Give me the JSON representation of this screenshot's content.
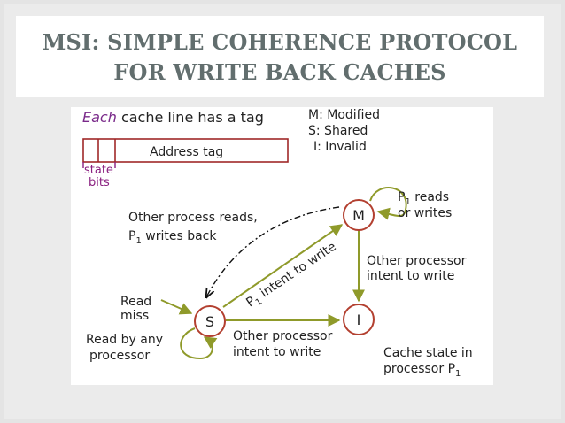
{
  "slide": {
    "title_line1": "MSI: SIMPLE COHERENCE PROTOCOL",
    "title_line2": "FOR WRITE BACK CACHES"
  },
  "diagram": {
    "header_each": "Each",
    "header_rest": " cache line has a tag",
    "address_tag": "Address tag",
    "state_bits_line1": "state",
    "state_bits_line2": "bits",
    "legend": {
      "m": "M: Modified",
      "s": "S: Shared",
      "i": "I: Invalid"
    },
    "states": {
      "m": "M",
      "s": "S",
      "i": "I"
    },
    "labels": {
      "p1_reads_1": "P",
      "p1_reads_sub": "1",
      "p1_reads_2": " reads",
      "or_writes": "or writes",
      "other_reads": "Other process reads,",
      "p1_writes_back_1": "P",
      "p1_writes_back_sub": "1",
      "p1_writes_back_2": " writes back",
      "other_proc_1": "Other processor",
      "other_proc_2": "intent to write",
      "p1_intent_1": "P",
      "p1_intent_sub": "1",
      "p1_intent_2": " intent to write",
      "read_miss_1": "Read",
      "read_miss_2": "miss",
      "read_by_any_1": "Read by any",
      "read_by_any_2": "processor",
      "si_1": "Other processor",
      "si_2": "intent to write",
      "cache_state_1": "Cache state in",
      "cache_state_2a": "processor P",
      "cache_state_sub": "1"
    },
    "colors": {
      "state_circle": "#b34030",
      "tag_box": "#a02828",
      "state_bits": "#8a2080",
      "arrow": "#8f9a2a",
      "dashed": "#111111",
      "header_each": "#7a2a8a"
    }
  }
}
